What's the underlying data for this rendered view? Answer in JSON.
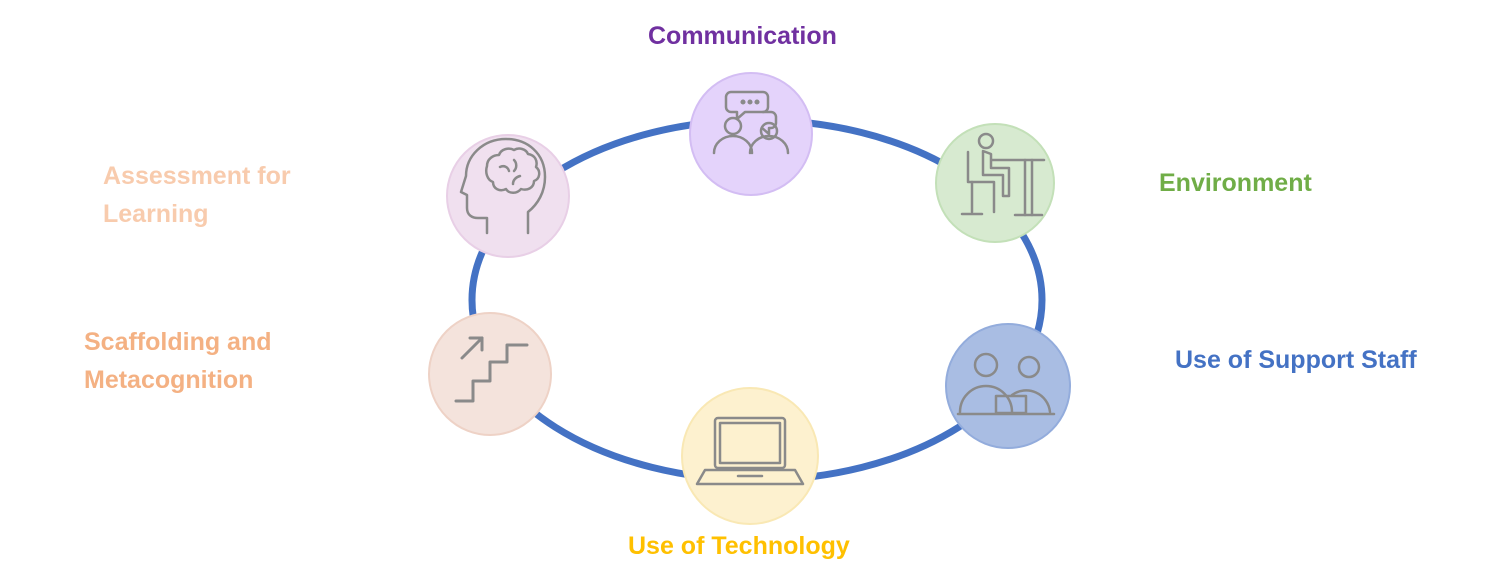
{
  "ring_color": "#4472c4",
  "icon_stroke": "#8a8a8a",
  "nodes": [
    {
      "key": "communication",
      "icon": "conversation-people-icon",
      "fill": "#e4d3fb",
      "border": "#d3bdf3",
      "label_lines": [
        "Communication"
      ],
      "label_color": "#7030a0"
    },
    {
      "key": "environment",
      "icon": "person-at-desk-icon",
      "fill": "#d7ead0",
      "border": "#c3e0b8",
      "label_lines": [
        "Environment"
      ],
      "label_color": "#70ad47"
    },
    {
      "key": "support",
      "icon": "people-with-laptop-icon",
      "fill": "#a9bde3",
      "border": "#93acdc",
      "label_lines": [
        "Use of Support Staff"
      ],
      "label_color": "#4472c4"
    },
    {
      "key": "technology",
      "icon": "laptop-icon",
      "fill": "#fdf1cf",
      "border": "#f9e8b4",
      "label_lines": [
        "Use of Technology"
      ],
      "label_color": "#ffc000"
    },
    {
      "key": "scaffolding",
      "icon": "stairs-arrow-icon",
      "fill": "#f4e3dc",
      "border": "#eed2c6",
      "label_lines": [
        "Scaffolding and",
        "Metacognition"
      ],
      "label_color": "#f4b183"
    },
    {
      "key": "assessment",
      "icon": "head-brain-icon",
      "fill": "#f0e0ef",
      "border": "#e8cfe6",
      "label_lines": [
        "Assessment for",
        "Learning"
      ],
      "label_color": "#f8cbad"
    }
  ]
}
